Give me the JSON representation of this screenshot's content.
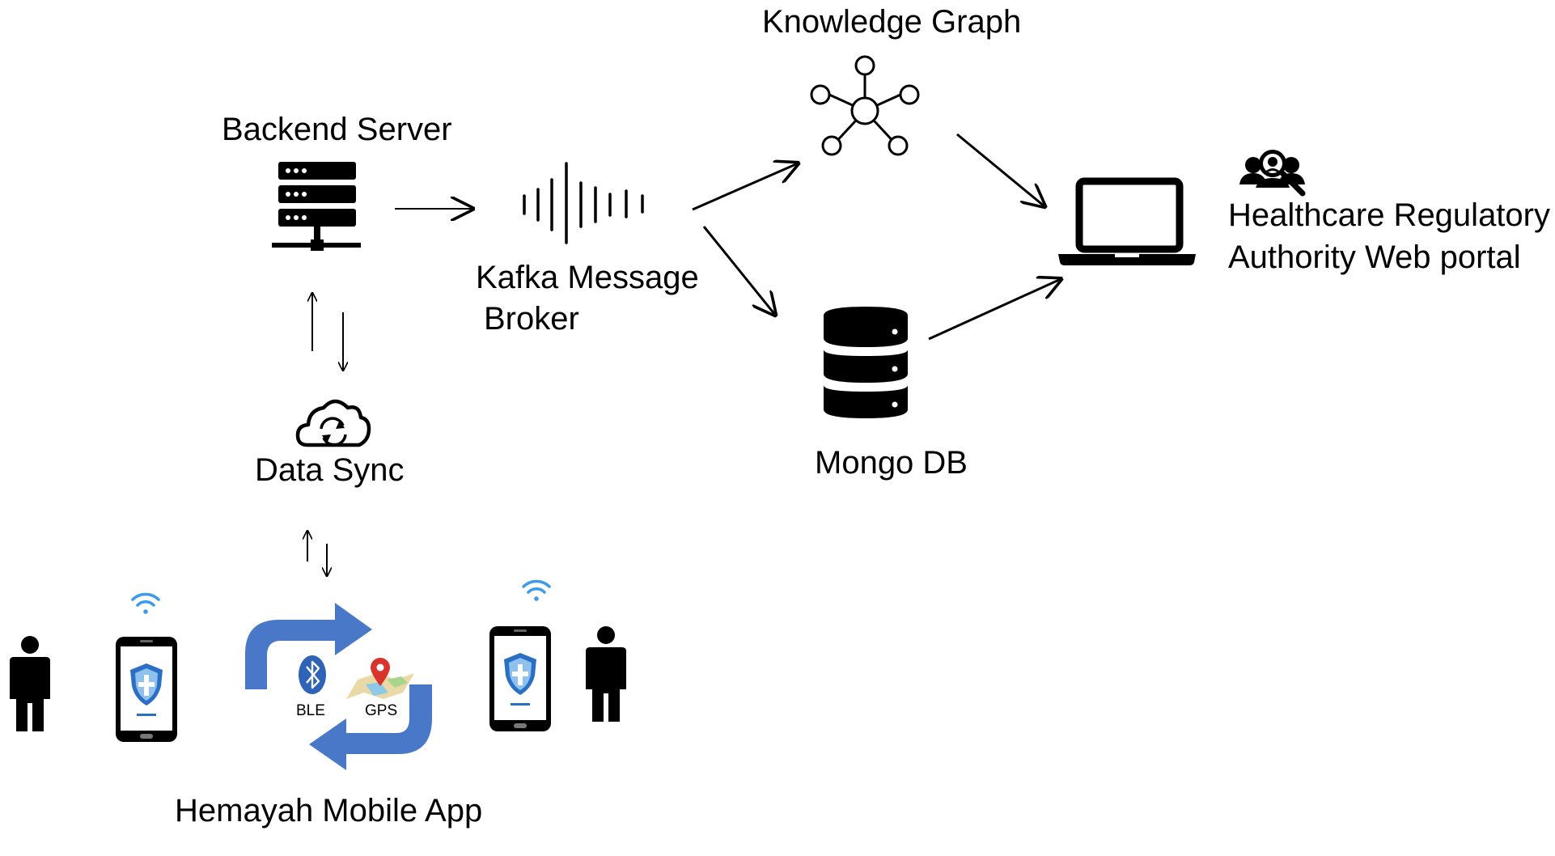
{
  "nodes": {
    "backend_server": "Backend Server",
    "kafka_line1": "Kafka Message",
    "kafka_line2": "Broker",
    "knowledge_graph": "Knowledge Graph",
    "mongo_db": "Mongo DB",
    "portal_line1": "Healthcare Regulatory",
    "portal_line2": "Authority Web portal",
    "data_sync": "Data Sync",
    "mobile_app": "Hemayah Mobile App",
    "ble": "BLE",
    "gps": "GPS"
  },
  "colors": {
    "wifi": "#3d9be9",
    "cycle_arrow": "#4a78c9",
    "shield": "#2a6fc4",
    "gps_pin": "#d9342b"
  }
}
